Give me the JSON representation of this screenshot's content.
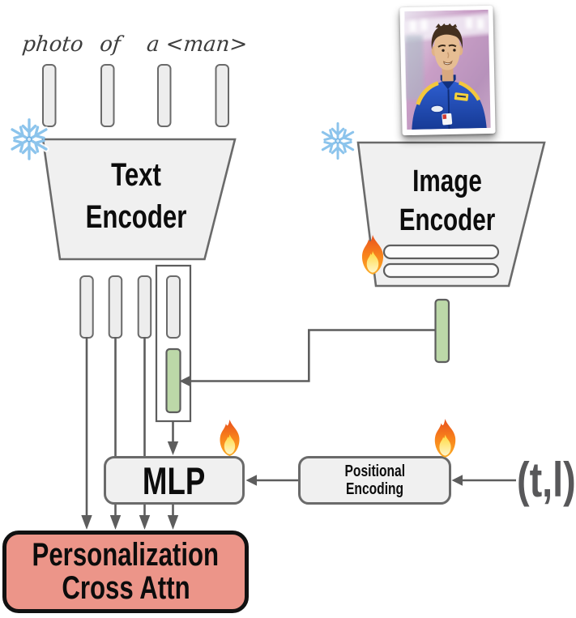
{
  "prompt": {
    "words": [
      "photo",
      "of",
      "a",
      "<man>"
    ]
  },
  "blocks": {
    "text_encoder": {
      "line1": "Text",
      "line2": "Encoder"
    },
    "image_encoder": {
      "line1": "Image",
      "line2": "Encoder"
    },
    "mlp": {
      "label": "MLP"
    },
    "positional_encoding": {
      "line1": "Positional",
      "line2": "Encoding"
    },
    "cross_attn": {
      "line1": "Personalization",
      "line2": "Cross Attn"
    }
  },
  "inputs": {
    "timestep_layer_label": "(t,l)"
  },
  "icons": {
    "snowflake": "❄",
    "fire": "🔥"
  },
  "colors": {
    "block_fill": "#f0f0f0",
    "block_border": "#6a6a6a",
    "token_fill": "#ededed",
    "embedding_green": "#bcd8a8",
    "cross_attn_fill": "#ec9589",
    "cross_attn_border": "#111111",
    "connector": "#5d5d5d",
    "tl_text": "#58585a"
  }
}
